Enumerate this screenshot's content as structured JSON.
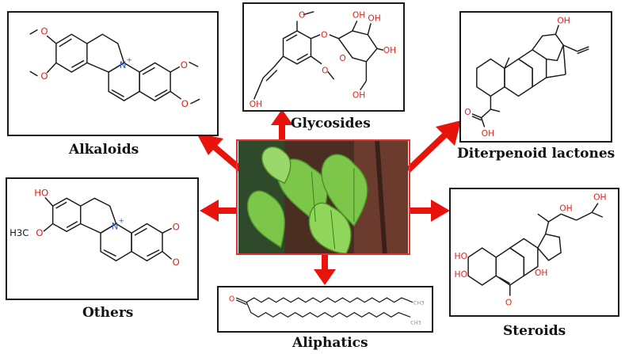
{
  "center": {
    "image": "plant-leaves-photo"
  },
  "categories": {
    "alkaloids": {
      "label": "Alkaloids"
    },
    "glycosides": {
      "label": "Glycosides"
    },
    "diterpenoid": {
      "label": "Diterpenoid lactones"
    },
    "others": {
      "label": "Others"
    },
    "aliphatics": {
      "label": "Aliphatics"
    },
    "steroids": {
      "label": "Steroids"
    }
  },
  "atoms": {
    "oh": "OH",
    "o": "O",
    "n_plus": "N",
    "plus": "+",
    "h3c": "H3C",
    "ho": "HO",
    "ch3": "CH3"
  },
  "colors": {
    "arrow": "#e8140c",
    "heteroatom": "#e0221a",
    "nitrogen": "#2a5bd7",
    "bond": "#1a1a1a"
  }
}
